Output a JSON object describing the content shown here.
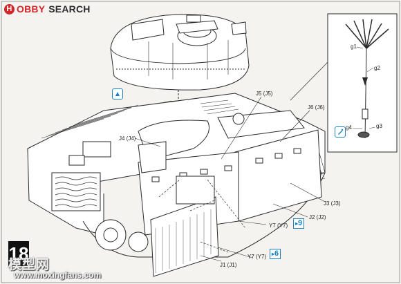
{
  "brand": {
    "logo_letter": "H",
    "name_part1": "OBBY",
    "name_part2": "SEARCH"
  },
  "step_number": "18",
  "parts": {
    "j5": "J5 (J5)",
    "j6": "J6 (J6)",
    "j4": "J4 (J4)",
    "j3": "J3 (J3)",
    "j2": "J2 (J2)",
    "j1": "J1 (J1)",
    "y7_upper": "Y7 (Y7)",
    "y7_lower": "Y7 (Y7)",
    "g1": "g1",
    "g2": "g2",
    "g3": "g3",
    "g4": "g4"
  },
  "refs": {
    "ref_upper": "9",
    "ref_lower": "6"
  },
  "watermark": {
    "text": "模型网",
    "url": "www.moxingfans.com"
  },
  "colors": {
    "brand_red": "#d2272b",
    "accent_blue": "#1a82c4",
    "line": "#2a2a2a"
  },
  "icons": [
    "optional-part-icon",
    "glue-icon",
    "reference-arrow-icon"
  ]
}
